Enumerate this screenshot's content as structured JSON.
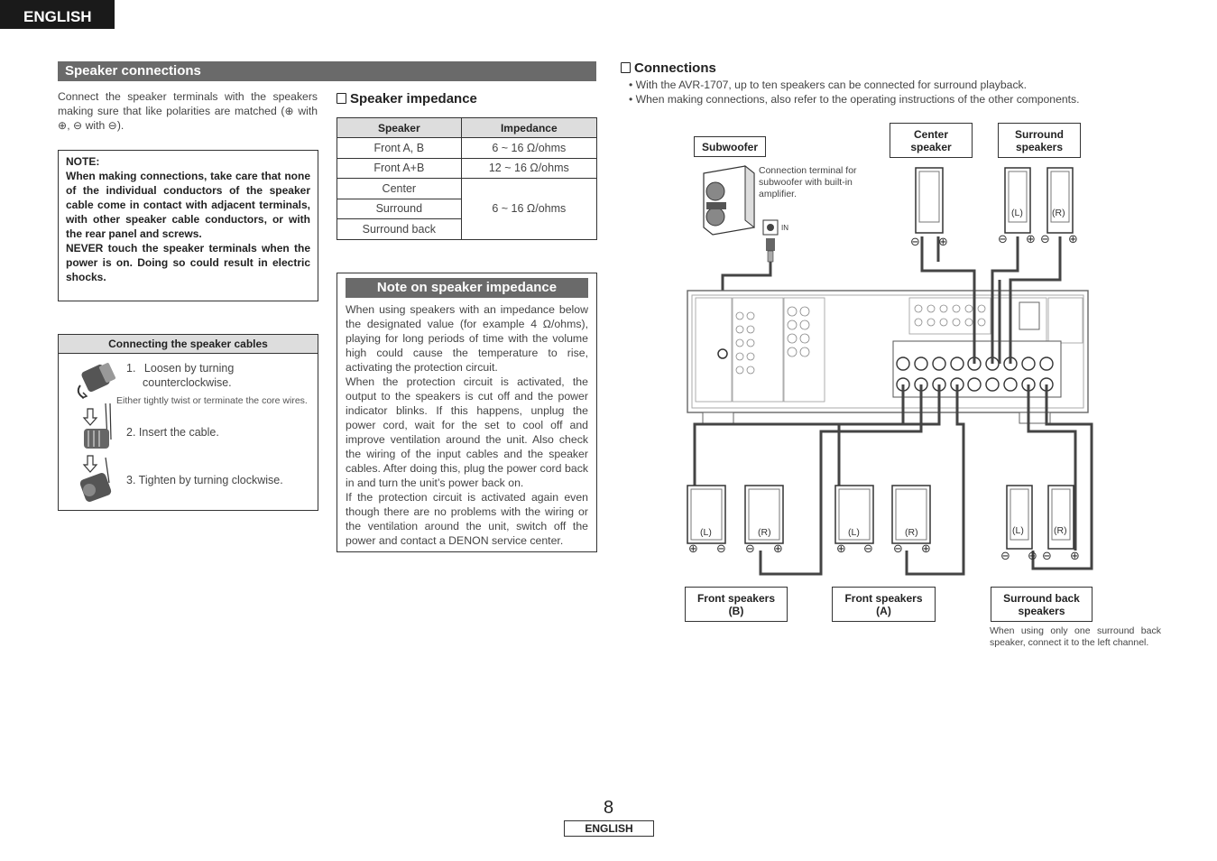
{
  "header": {
    "language_tab": "ENGLISH"
  },
  "left": {
    "section_title": "Speaker connections",
    "intro": "Connect the speaker terminals with the speakers making sure that like polarities are matched (⊕ with ⊕, ⊖ with ⊖).",
    "note": {
      "label": "NOTE:",
      "line1": "When making connections, take care that none of the individual conductors of the speaker cable come in contact with adjacent terminals, with other speaker cable conductors, or with the rear panel and screws.",
      "line2": "NEVER touch the speaker terminals when the power is on. Doing so could result in electric shocks."
    },
    "cables": {
      "title": "Connecting the speaker cables",
      "step1_num": "1.",
      "step1_line1": "Loosen by turning",
      "step1_line2": "counterclockwise.",
      "step_note": "Either tightly twist or terminate the core wires.",
      "step2": "2.  Insert the cable.",
      "step3": "3.  Tighten by turning clockwise."
    }
  },
  "impedance": {
    "heading": "Speaker impedance",
    "columns": [
      "Speaker",
      "Impedance"
    ],
    "rows": [
      {
        "speaker": "Front A, B",
        "impedance": "6 ~ 16 Ω/ohms"
      },
      {
        "speaker": "Front A+B",
        "impedance": "12 ~ 16 Ω/ohms"
      },
      {
        "speaker": "Center",
        "impedance": "6 ~ 16 Ω/ohms"
      },
      {
        "speaker": "Surround",
        "impedance": ""
      },
      {
        "speaker": "Surround back",
        "impedance": ""
      }
    ],
    "note_title": "Note on speaker impedance",
    "note_p1": "When using speakers with an impedance below the designated value (for example 4 Ω/ohms), playing for long periods of time with the volume high could cause the temperature to rise, activating the protection circuit.",
    "note_p2": "When the protection circuit is activated, the output to the speakers is cut off and the power indicator blinks. If this happens, unplug the power cord, wait for the set to cool off and improve ventilation around the unit. Also check the wiring of the input cables and the speaker cables. After doing this, plug the power cord back in and turn the unit’s power back on.",
    "note_p3": "If the protection circuit is activated again even though there are no problems with the wiring or the ventilation around the unit, switch off the power and contact a DENON service center."
  },
  "connections": {
    "heading": "Connections",
    "bullet1": "• With the AVR-1707, up to ten speakers can be connected for surround playback.",
    "bullet2": "• When making connections, also refer to the operating instructions of the other components.",
    "labels": {
      "subwoofer": "Subwoofer",
      "center_line1": "Center",
      "center_line2": "speaker",
      "surround_line1": "Surround",
      "surround_line2": "speakers",
      "front_b_line1": "Front speakers",
      "front_b_line2": "(B)",
      "front_a_line1": "Front speakers",
      "front_a_line2": "(A)",
      "surround_back_line1": "Surround back",
      "surround_back_line2": "speakers"
    },
    "sub_note": "Connection terminal for subwoofer with built-in amplifier.",
    "in_label": "IN",
    "left_ch": "(L)",
    "right_ch": "(R)",
    "plus": "⊕",
    "minus": "⊖",
    "surround_back_note": "When using only one surround back speaker, connect it to the left channel."
  },
  "footer": {
    "page_number": "8",
    "language": "ENGLISH"
  }
}
